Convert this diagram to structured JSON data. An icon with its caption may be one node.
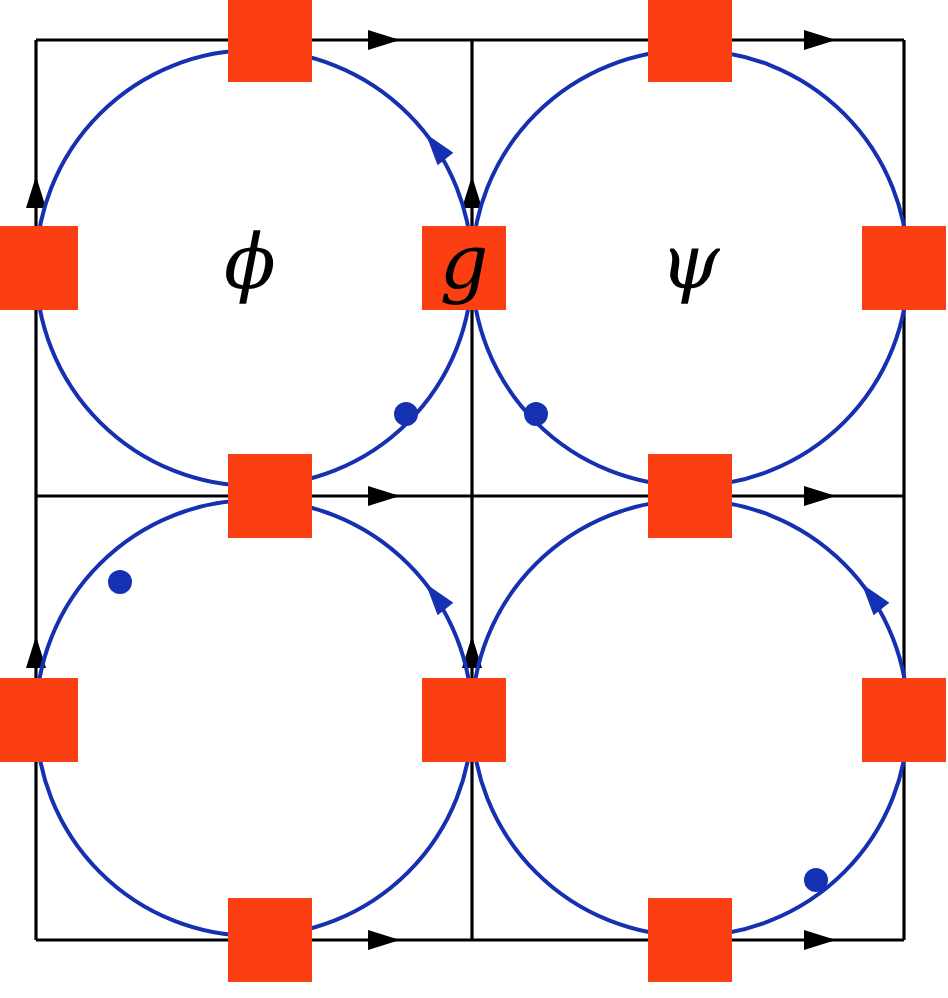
{
  "diagram": {
    "nodes": [
      {
        "text": [],
        "shape": "box"
      },
      {
        "text": [],
        "shape": "box"
      },
      {
        "text": [],
        "shape": "box"
      },
      {
        "text": [
          "g"
        ]
      },
      {
        "text": [],
        "shape": "box"
      },
      {
        "text": [],
        "shape": "box"
      },
      {
        "text": [],
        "shape": "box"
      },
      {
        "text": [],
        "shape": "box"
      },
      {
        "text": [],
        "shape": "box"
      },
      {
        "text": [],
        "shape": "box"
      },
      {
        "text": [],
        "shape": "box"
      },
      {
        "text": [],
        "shape": "box"
      }
    ],
    "labels": [
      "ϕ",
      "ψ"
    ]
  }
}
